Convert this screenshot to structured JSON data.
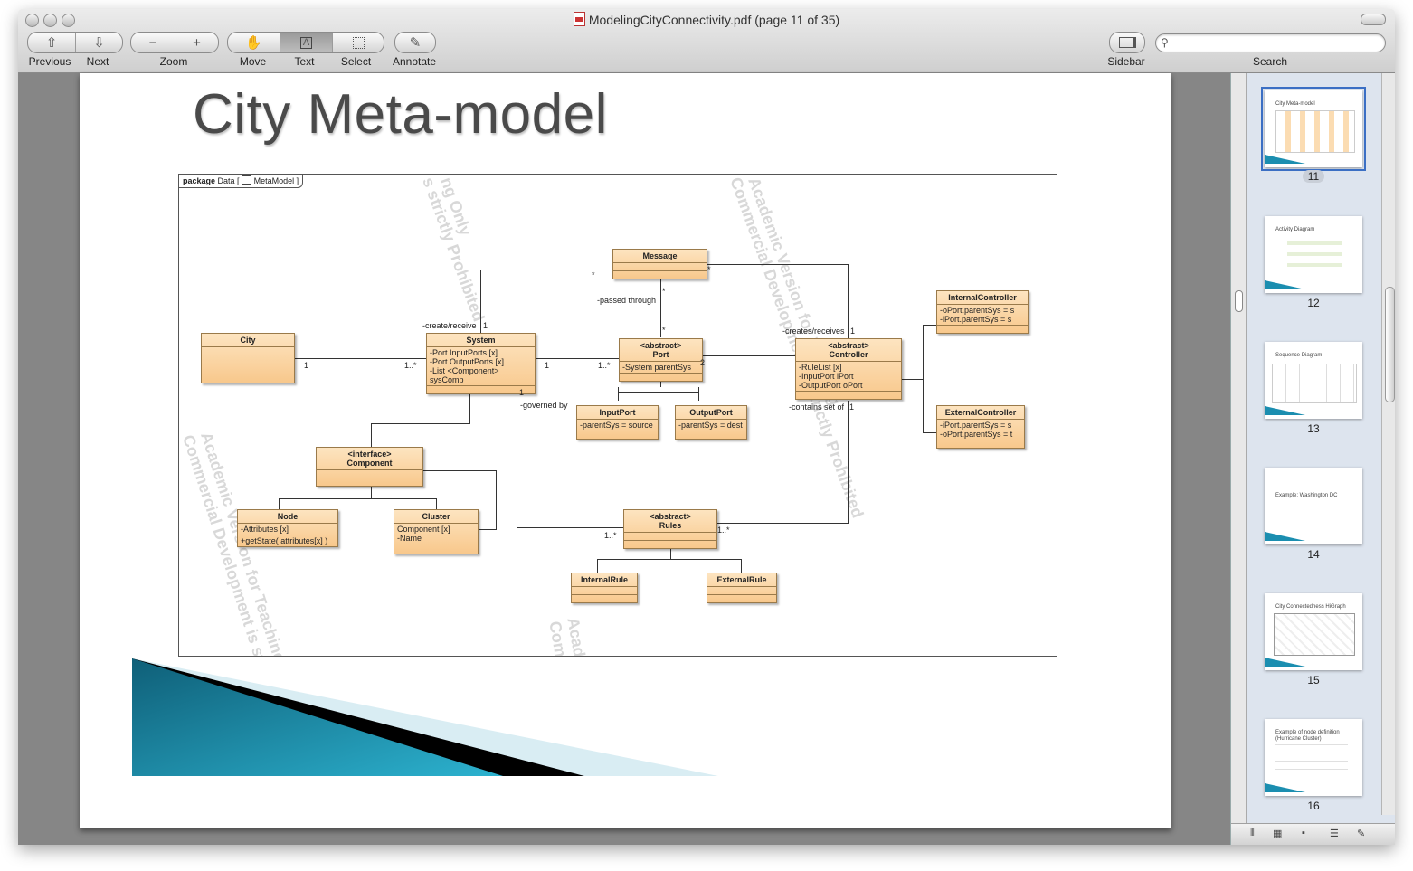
{
  "window": {
    "title": "ModelingCityConnectivity.pdf (page 11 of 35)"
  },
  "toolbar": {
    "previous": "Previous",
    "next": "Next",
    "zoom": "Zoom",
    "move": "Move",
    "text": "Text",
    "select": "Select",
    "annotate": "Annotate",
    "sidebar": "Sidebar",
    "search": "Search",
    "search_placeholder": ""
  },
  "slide": {
    "title": "City Meta-model",
    "package_label": "package",
    "package_name": "Data [",
    "package_diagram": "MetaModel ]"
  },
  "diagram": {
    "classes": {
      "message": {
        "name": "Message"
      },
      "city": {
        "name": "City"
      },
      "system": {
        "name": "System",
        "attrs": [
          "-Port InputPorts [x]",
          "-Port OutputPorts [x]",
          "-List <Component> sysComp"
        ]
      },
      "port": {
        "stereotype": "<abstract>",
        "name": "Port",
        "attrs": [
          "-System parentSys"
        ]
      },
      "controller": {
        "stereotype": "<abstract>",
        "name": "Controller",
        "attrs": [
          "-RuleList [x]",
          "-InputPort iPort",
          "-OutputPort oPort"
        ]
      },
      "internal_controller": {
        "name": "InternalController",
        "attrs": [
          "-oPort.parentSys = s",
          "-iPort.parentSys = s"
        ]
      },
      "external_controller": {
        "name": "ExternalController",
        "attrs": [
          "-iPort.parentSys = s",
          "-oPort.parentSys = t"
        ]
      },
      "input_port": {
        "name": "InputPort",
        "attrs": [
          "-parentSys = source"
        ]
      },
      "output_port": {
        "name": "OutputPort",
        "attrs": [
          "-parentSys = dest"
        ]
      },
      "component": {
        "stereotype": "<interface>",
        "name": "Component"
      },
      "node": {
        "name": "Node",
        "attrs": [
          "-Attributes [x]"
        ],
        "ops": [
          "+getState( attributes[x] )"
        ]
      },
      "cluster": {
        "name": "Cluster",
        "attrs": [
          "Component [x]",
          "-Name"
        ]
      },
      "rules": {
        "stereotype": "<abstract>",
        "name": "Rules"
      },
      "internal_rule": {
        "name": "InternalRule"
      },
      "external_rule": {
        "name": "ExternalRule"
      }
    },
    "labels": {
      "create_receive": "-create/receive",
      "passed_through": "-passed through",
      "creates_receives": "-creates/receives",
      "governed_by": "-governed by",
      "contains_set_of": "-contains set of",
      "one": "1",
      "star": "*",
      "one_star": "1..*",
      "two": "2"
    },
    "watermarks": [
      "ng Only",
      "s strictly Prohibited",
      "Academic Version for Teaching",
      "Commercial Development is strictly Prohibited",
      "Acad",
      "Com"
    ]
  },
  "sidebar": {
    "thumbnails": [
      {
        "page": "11",
        "title": "City Meta-model",
        "selected": true
      },
      {
        "page": "12",
        "title": "Activity Diagram"
      },
      {
        "page": "13",
        "title": "Sequence Diagram"
      },
      {
        "page": "14",
        "title": "Example: Washington DC"
      },
      {
        "page": "15",
        "title": "City Connectedness HiGraph"
      },
      {
        "page": "16",
        "title": "Example of node definition (Hurricane Cluster)"
      }
    ]
  },
  "colors": {
    "class_fill": "#f8c88c",
    "slide_accent": "#1b8eb0",
    "selection": "#3b6fc4"
  }
}
